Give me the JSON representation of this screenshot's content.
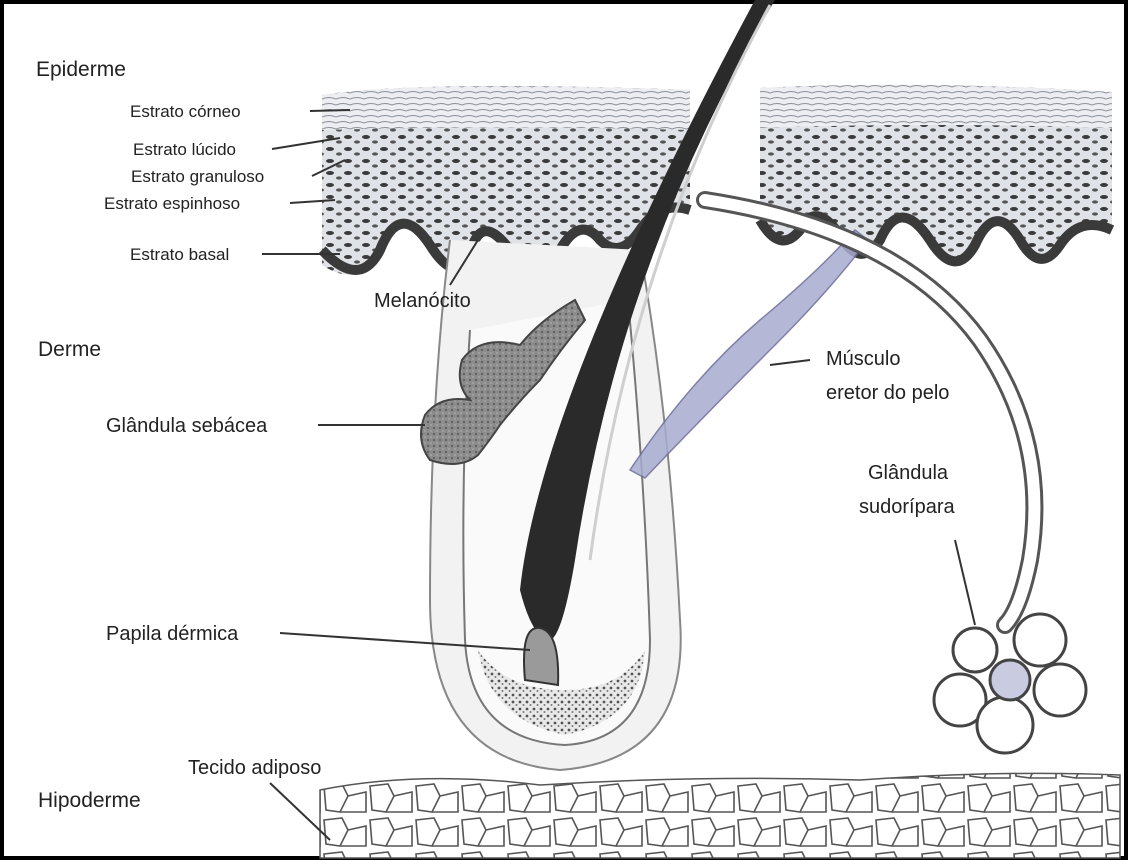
{
  "layers": {
    "epiderme": "Epiderme",
    "derme": "Derme",
    "hipoderme": "Hipoderme"
  },
  "strata": {
    "corneo": "Estrato córneo",
    "lucido": "Estrato lúcido",
    "granuloso": "Estrato granuloso",
    "espinhoso": "Estrato espinhoso",
    "basal": "Estrato basal"
  },
  "structures": {
    "melanocito": "Melanócito",
    "glandula_sebacea": "Glândula sebácea",
    "musculo_line1": "Músculo",
    "musculo_line2": "eretor do pelo",
    "glandula_sudoripara_line1": "Glândula",
    "glandula_sudoripara_line2": "sudorípara",
    "papila_dermica": "Papila dérmica",
    "tecido_adiposo": "Tecido adiposo"
  },
  "colors": {
    "frame": "#000000",
    "ink": "#222222",
    "basal_layer": "#4a4a4a",
    "epidermis_fill": "#d8dbe0",
    "muscle": "#8a8fc0",
    "sebaceous": "#6f6f6f"
  }
}
